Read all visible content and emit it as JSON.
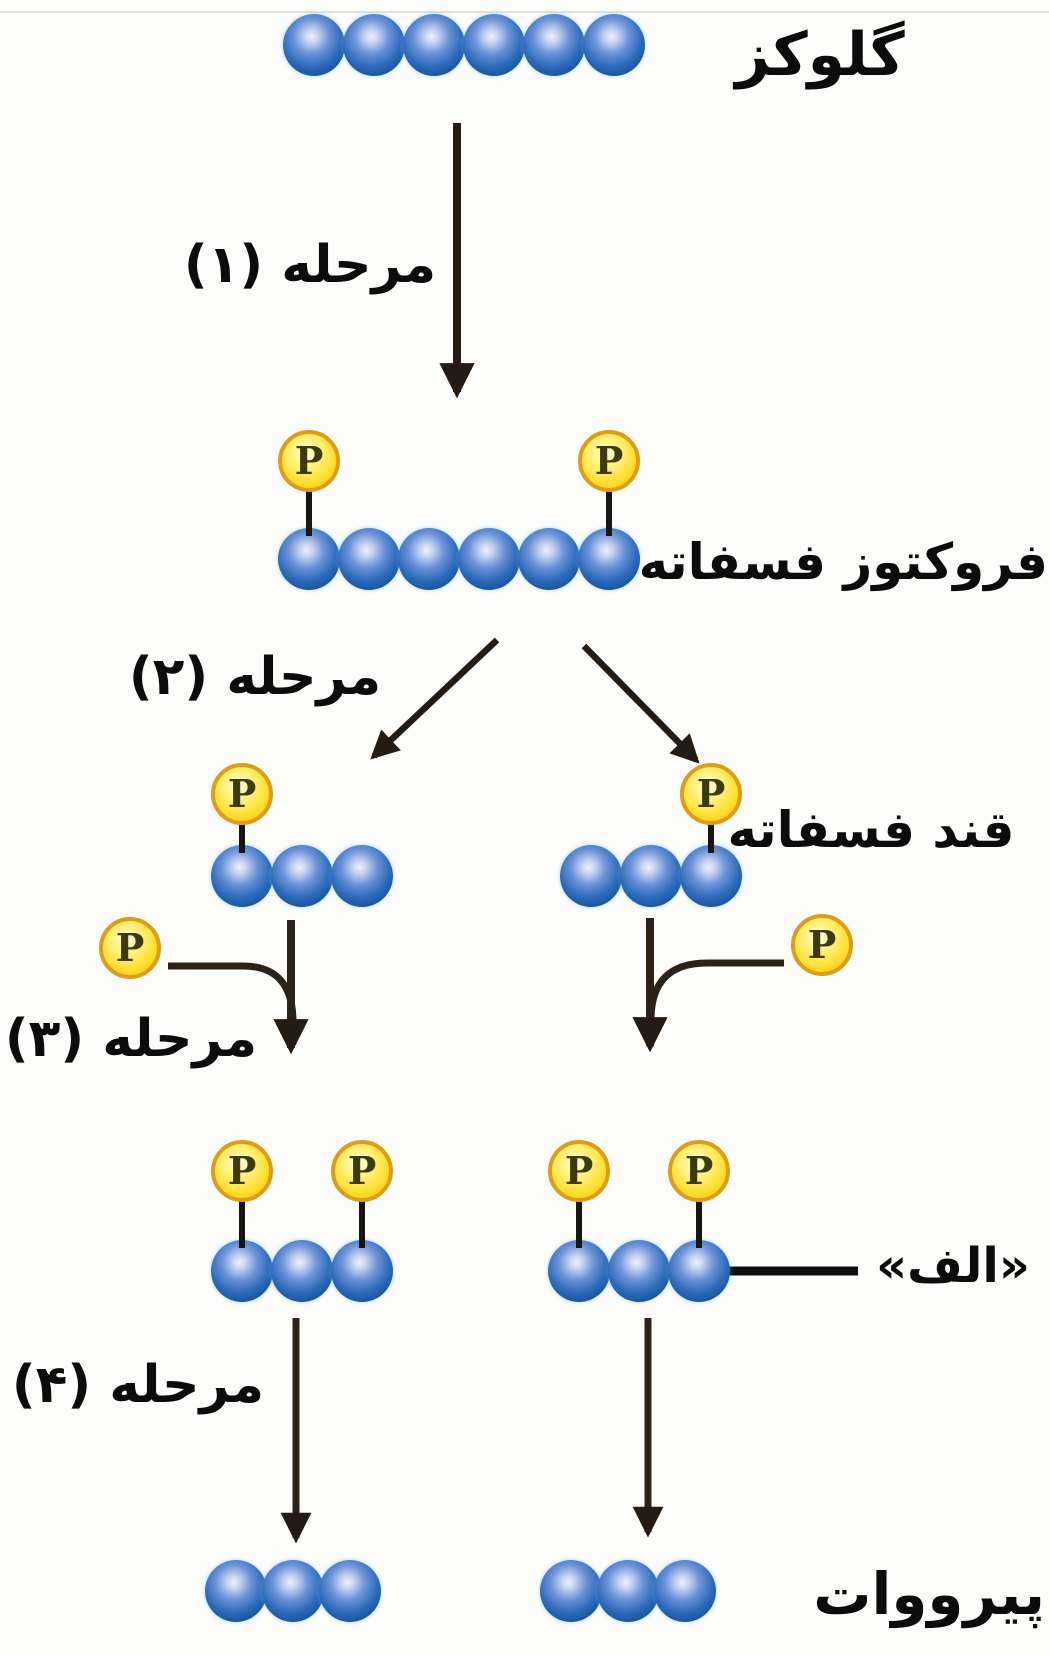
{
  "diagram": {
    "subject": "glycolysis-stages",
    "language": "fa",
    "direction": "rtl"
  },
  "labels": {
    "glucose": "گلوکز",
    "stage1": "مرحله (۱)",
    "fructose_phosphate": "فروکتوز فسفاته",
    "stage2": "مرحله (۲)",
    "sugar_phosphate": "قند فسفاته",
    "stage3": "مرحله (۳)",
    "alef": "«الف»",
    "stage4": "مرحله (۴)",
    "pyruvate": "پیرووات",
    "phosphate_symbol": "P"
  },
  "molecules": {
    "glucose": {
      "carbons": 6,
      "phosphate_positions": []
    },
    "fructose_phosphate": {
      "carbons": 6,
      "phosphate_positions": [
        1,
        6
      ]
    },
    "sugar_phosphate_left": {
      "carbons": 3,
      "phosphate_positions": [
        1
      ]
    },
    "sugar_phosphate_right": {
      "carbons": 3,
      "phosphate_positions": [
        3
      ]
    },
    "bisphosphate_left": {
      "carbons": 3,
      "phosphate_positions": [
        1,
        3
      ]
    },
    "bisphosphate_right": {
      "carbons": 3,
      "phosphate_positions": [
        1,
        3
      ]
    },
    "pyruvate_left": {
      "carbons": 3,
      "phosphate_positions": []
    },
    "pyruvate_right": {
      "carbons": 3,
      "phosphate_positions": []
    }
  },
  "stages": [
    {
      "number": "۱",
      "from": "گلوکز",
      "to": "فروکتوز فسفاته"
    },
    {
      "number": "۲",
      "from": "فروکتوز فسفاته",
      "to": "قند فسفاته"
    },
    {
      "number": "۳",
      "from": "قند فسفاته",
      "to": "«الف»"
    },
    {
      "number": "۴",
      "from": "«الف»",
      "to": "پیرووات"
    }
  ],
  "colors": {
    "sphere_blue": "#1d5aa6",
    "sphere_highlight": "#dfe6f8",
    "phosphate_yellow": "#ffe33a",
    "phosphate_rim": "#df9c18",
    "arrow_dark": "#241c14",
    "text_black": "#0c0c0c",
    "background": "#fcfcfa"
  }
}
